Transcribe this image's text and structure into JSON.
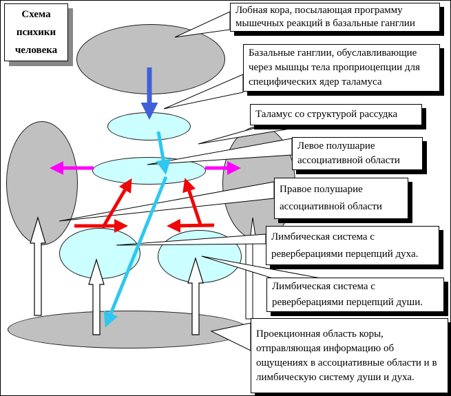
{
  "title": "Схема психики человека",
  "labels": {
    "frontal": "Лобная кора, посылающая программу мышечных реакций в базальные ганглии",
    "basal": "Базальные ганглии, обуславливающие через мышцы тела проприоцепции для специфических ядер таламуса",
    "thalamus": "Таламус со структурой рассудка",
    "left_hemisphere": "Левое полушарие ассоциативной области",
    "right_hemisphere": "Правое полушарие ассоциативной области",
    "limbic_spirit": "Лимбическая система с реверберациями перцепций духа.",
    "limbic_soul": "Лимбическая система с реверберациями перцепций души.",
    "projection": "Проекционная область коры, отправляющая информацию об ощущениях в ассоциативные области и в лимбическую систему души и духа."
  },
  "colors": {
    "ellipse_gray": "#c0c0c0",
    "ellipse_cyan": "#ccffff",
    "arrow_blue": "#4060d8",
    "arrow_cyan": "#2fc7f0",
    "arrow_magenta": "#ff00ff",
    "arrow_red": "#ee0808",
    "callout_fill": "#ffffff",
    "outline": "#000000"
  }
}
